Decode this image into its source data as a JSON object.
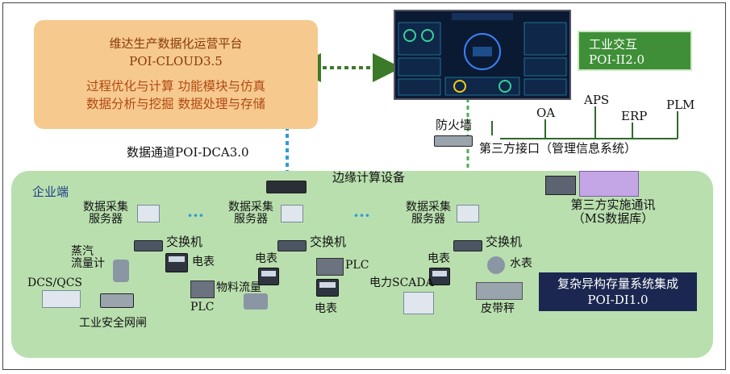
{
  "cloud_platform": {
    "title": "维达生产数据化运营平台",
    "version": "POI-CLOUD3.5",
    "functions_1": "过程优化与计算  功能模块与仿真",
    "functions_2": "数据分析与挖掘  数据处理与存储"
  },
  "industrial_interaction": {
    "title": "工业交互",
    "version": "POI-II2.0"
  },
  "third_party_systems": {
    "oa": "OA",
    "aps": "APS",
    "erp": "ERP",
    "plm": "PLM"
  },
  "firewall_label": "防火墙",
  "third_party_interface": "第三方接口（管理信息系统）",
  "data_channel": "数据通道POI-DCA3.0",
  "edge_device": "边缘计算设备",
  "enterprise_label": "企业端",
  "third_party_comm": {
    "line1": "第三方实施通讯",
    "line2": "（MS数据库）"
  },
  "collection_servers": {
    "line1": "数据采集",
    "line2": "服务器"
  },
  "switch_label": "交换机",
  "ellipsis": "···",
  "field_devices": {
    "steam_meter": "蒸汽\n流量计",
    "dcs_qcs": "DCS/QCS",
    "industrial_gateway": "工业安全网闸",
    "electric_meter": "电表",
    "plc": "PLC",
    "material_flow": "物料流量",
    "power_scada": "电力SCADA",
    "water_meter": "水表",
    "belt_scale": "皮带秤"
  },
  "integration": {
    "title": "复杂异构存量系统集成",
    "version": "POI-DI1.0"
  },
  "colors": {
    "cloud": "#f6c98f",
    "enterprise": "#b9dfae",
    "link_blue": "#2f9bd6",
    "link_green": "#3b9a2f",
    "navy": "#1b2750"
  }
}
